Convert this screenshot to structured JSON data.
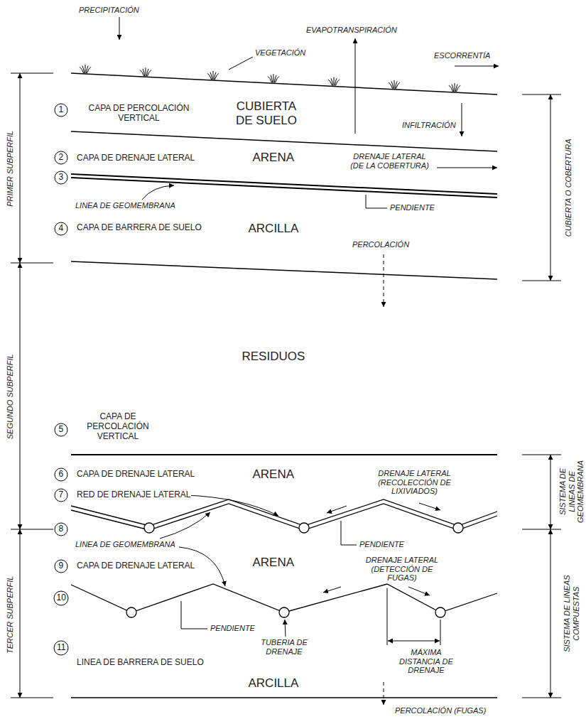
{
  "diagram": {
    "labels": [
      "PRECIPITACIÓN",
      "EVAPOTRANSPIRACIÓN",
      "VEGETACIÓN",
      "ESCORRENTÍA",
      "PRIMER SUBPERFIL",
      "1",
      "CAPA DE PERCOLACIÓN VERTICAL",
      "CUBIERTA DE SUELO",
      "INFILTRACIÓN",
      "CUBIERTA O COBERTURA",
      "2",
      "CAPA DE DRENAJE LATERAL",
      "ARENA",
      "DRENAJE LATERAL (DE LA COBERTURA)",
      "3",
      "LINEA DE GEOMEMBRANA",
      "PENDIENTE",
      "4",
      "CAPA DE BARRERA DE SUELO",
      "ARCILLA",
      "PERCOLACIÓN",
      "SEGUNDO SUBPERFIL",
      "5",
      "CAPA DE PERCOLACIÓN VERTICAL",
      "RESIDUOS",
      "SISTEMA DE LINEAS DE GEOMEMBRANA",
      "6",
      "CAPA DE DRENAJE LATERAL",
      "ARENA",
      "DRENAJE LATERAL (RECOLECCIÓN DE LIXIVIADOS)",
      "7",
      "RED DE DRENAJE LATERAL",
      "8",
      "LINEA DE GEOMEMBRANA",
      "PENDIENTE",
      "TERCER SUBPERFIL",
      "9",
      "CAPA DE DRENAJE LATERAL",
      "ARENA",
      "DRENAJE LATERAL (DETECCIÓN DE FUGAS)",
      "SISTEMA DE LINEAS COMPUESTAS",
      "10",
      "PENDIENTE",
      "TUBERIA DE DRENAJE",
      "MÁXIMA DISTANCIA DE DRENAJE",
      "11",
      "LINEA DE BARRERA DE SUELO",
      "ARCILLA",
      "PERCOLACIÓN (FUGAS)"
    ]
  }
}
